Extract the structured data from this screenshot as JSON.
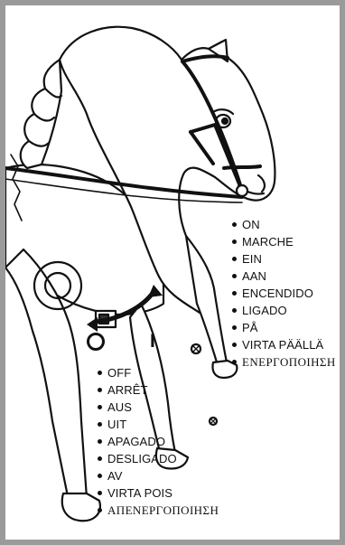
{
  "switch": {
    "on_symbol": "I",
    "off_symbol": "O",
    "direction_arrow_icon": "curved-double-arrow-icon"
  },
  "on_labels": [
    "ON",
    "MARCHE",
    "EIN",
    "AAN",
    "ENCENDIDO",
    "LIGADO",
    "PÅ",
    "VIRTA PÄÄLLÄ",
    "ΕΝΕΡΓΟΠΟΙΗΣΗ"
  ],
  "off_labels": [
    "OFF",
    "ARRÊT",
    "AUS",
    "UIT",
    "APAGADO",
    "DESLIGADO",
    "AV",
    "VIRTA POIS",
    "ΑΠΕΝΕΡΓΟΠΟΙΗΣΗ"
  ],
  "colors": {
    "frame": "#9a9a9a",
    "ink": "#111111"
  }
}
